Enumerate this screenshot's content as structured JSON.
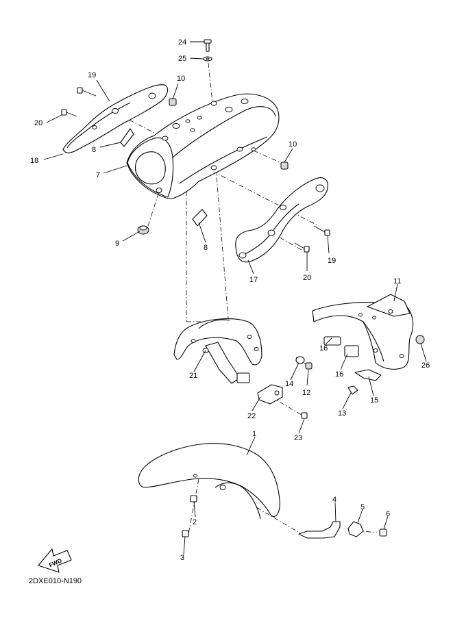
{
  "diagram": {
    "callouts": {
      "c1": "1",
      "c2": "2",
      "c3": "3",
      "c4": "4",
      "c5": "5",
      "c6": "6",
      "c7": "7",
      "c8a": "8",
      "c8b": "8",
      "c9": "9",
      "c10a": "10",
      "c10b": "10",
      "c11": "11",
      "c12": "12",
      "c13": "13",
      "c14": "14",
      "c15": "15",
      "c16a": "16",
      "c16b": "16",
      "c17": "17",
      "c18": "18",
      "c19a": "19",
      "c19b": "19",
      "c20a": "20",
      "c20b": "20",
      "c21": "21",
      "c22": "22",
      "c23": "23",
      "c24": "24",
      "c25": "25",
      "c26": "26"
    },
    "fwd_label": "FWD",
    "reference_code": "2DXE010-N190"
  }
}
